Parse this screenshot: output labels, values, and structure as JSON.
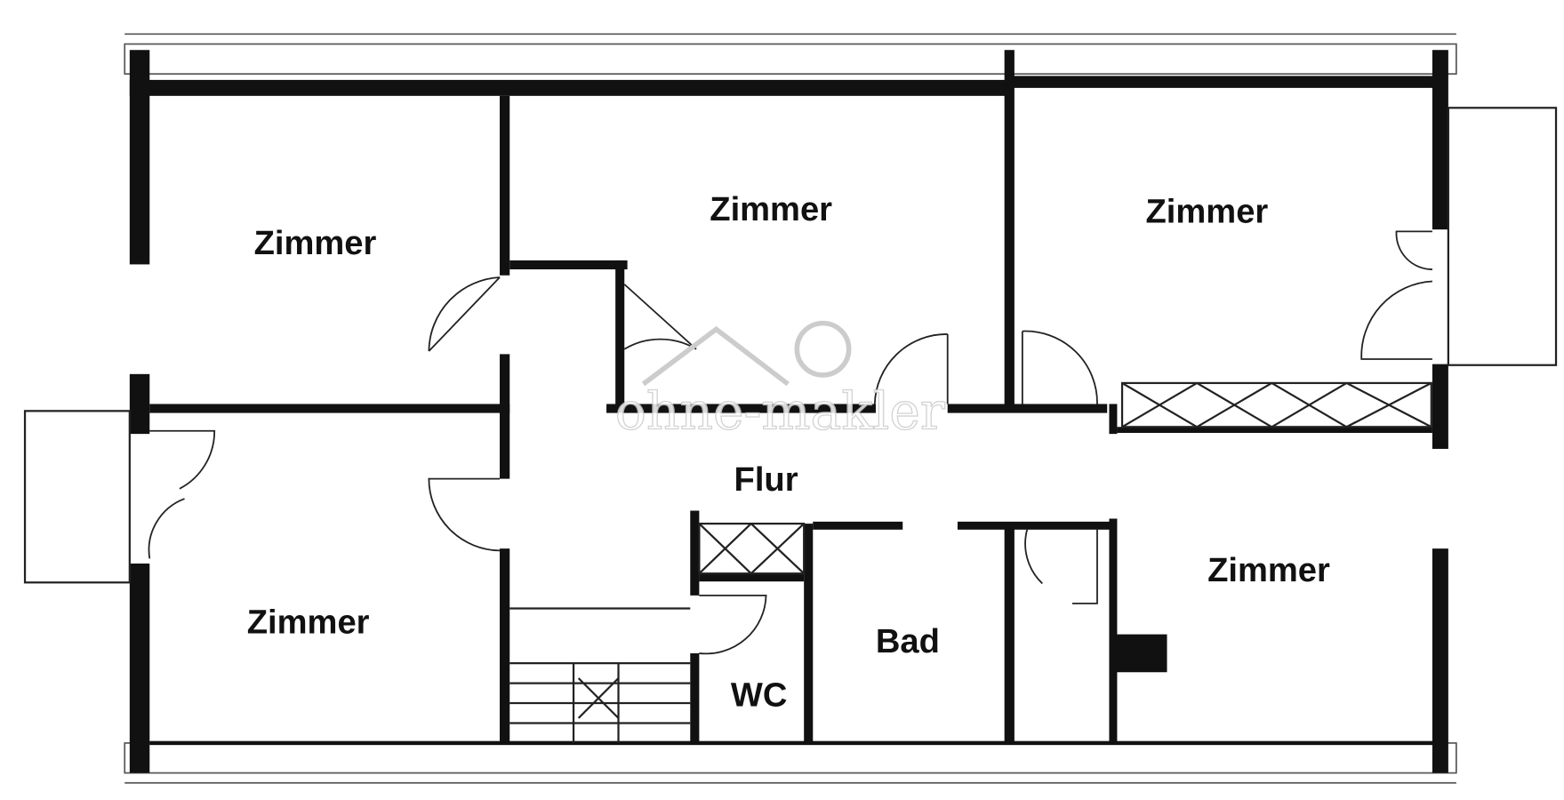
{
  "plan": {
    "rooms": [
      {
        "label": "Zimmer"
      },
      {
        "label": "Zimmer"
      },
      {
        "label": "Zimmer"
      },
      {
        "label": "Zimmer"
      },
      {
        "label": "Zimmer"
      },
      {
        "label": "Flur"
      },
      {
        "label": "Bad"
      },
      {
        "label": "WC"
      }
    ],
    "watermark": "ohne-makler"
  }
}
